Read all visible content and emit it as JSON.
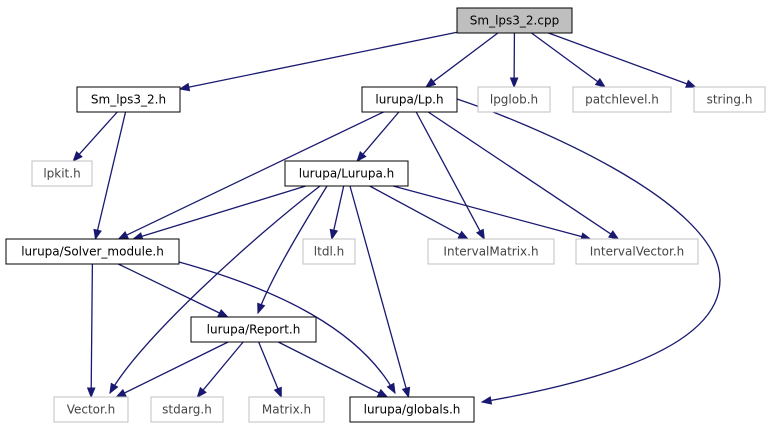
{
  "graph": {
    "nodes": {
      "root": {
        "label": "Sm_lps3_2.cpp",
        "style": "root"
      },
      "sm_h": {
        "label": "Sm_lps3_2.h",
        "style": "strong"
      },
      "lp_h": {
        "label": "lurupa/Lp.h",
        "style": "strong"
      },
      "lpglob": {
        "label": "lpglob.h",
        "style": "dim"
      },
      "patchlevel": {
        "label": "patchlevel.h",
        "style": "dim"
      },
      "string": {
        "label": "string.h",
        "style": "dim"
      },
      "lpkit": {
        "label": "lpkit.h",
        "style": "dim"
      },
      "lurupa": {
        "label": "lurupa/Lurupa.h",
        "style": "strong"
      },
      "solver": {
        "label": "lurupa/Solver_module.h",
        "style": "strong"
      },
      "ltdl": {
        "label": "ltdl.h",
        "style": "dim"
      },
      "imatrix": {
        "label": "IntervalMatrix.h",
        "style": "dim"
      },
      "ivector": {
        "label": "IntervalVector.h",
        "style": "dim"
      },
      "report": {
        "label": "lurupa/Report.h",
        "style": "strong"
      },
      "vector": {
        "label": "Vector.h",
        "style": "dim"
      },
      "stdarg": {
        "label": "stdarg.h",
        "style": "dim"
      },
      "matrix": {
        "label": "Matrix.h",
        "style": "dim"
      },
      "globals": {
        "label": "lurupa/globals.h",
        "style": "strong"
      }
    },
    "edges": [
      [
        "root",
        "sm_h"
      ],
      [
        "root",
        "lp_h"
      ],
      [
        "root",
        "lpglob"
      ],
      [
        "root",
        "patchlevel"
      ],
      [
        "root",
        "string"
      ],
      [
        "sm_h",
        "lpkit"
      ],
      [
        "sm_h",
        "solver"
      ],
      [
        "lp_h",
        "lurupa"
      ],
      [
        "lp_h",
        "solver"
      ],
      [
        "lp_h",
        "imatrix"
      ],
      [
        "lp_h",
        "ivector"
      ],
      [
        "lp_h",
        "globals"
      ],
      [
        "lurupa",
        "solver"
      ],
      [
        "lurupa",
        "ltdl"
      ],
      [
        "lurupa",
        "imatrix"
      ],
      [
        "lurupa",
        "ivector"
      ],
      [
        "lurupa",
        "report"
      ],
      [
        "lurupa",
        "vector"
      ],
      [
        "lurupa",
        "globals"
      ],
      [
        "solver",
        "vector"
      ],
      [
        "solver",
        "report"
      ],
      [
        "solver",
        "globals"
      ],
      [
        "report",
        "vector"
      ],
      [
        "report",
        "stdarg"
      ],
      [
        "report",
        "matrix"
      ],
      [
        "report",
        "globals"
      ]
    ]
  }
}
